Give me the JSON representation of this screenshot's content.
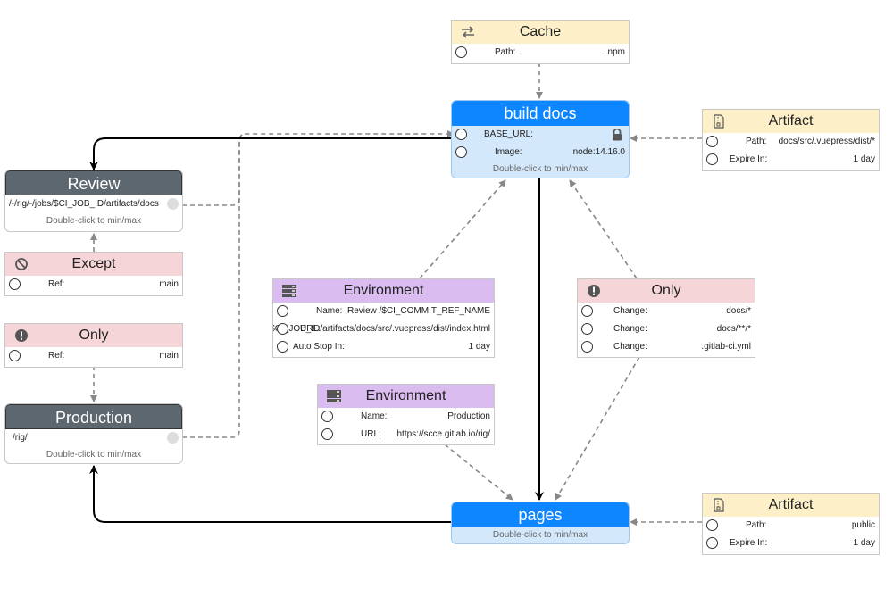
{
  "cache": {
    "title": "Cache",
    "icon": "swap-arrows-icon",
    "rows": [
      {
        "k": "Path:",
        "v": ".npm"
      }
    ]
  },
  "build_docs": {
    "title": "build docs",
    "rows": [
      {
        "k": "BASE_URL:",
        "v": ""
      },
      {
        "k": "Image:",
        "v": "node:14.16.0"
      }
    ],
    "hint": "Double-click to min/max",
    "icon": "lock-icon"
  },
  "artifact_top": {
    "title": "Artifact",
    "icon": "file-zip-icon",
    "rows": [
      {
        "k": "Path:",
        "v": "docs/src/.vuepress/dist/*"
      },
      {
        "k": "Expire In:",
        "v": "1 day"
      }
    ]
  },
  "review": {
    "title": "Review",
    "path": "/-/rig/-/jobs/$CI_JOB_ID/artifacts/docs",
    "hint": "Double-click to min/max"
  },
  "except": {
    "title": "Except",
    "icon": "ban-icon",
    "rows": [
      {
        "k": "Ref:",
        "v": "main"
      }
    ]
  },
  "only_left": {
    "title": "Only",
    "icon": "exclamation-icon",
    "rows": [
      {
        "k": "Ref:",
        "v": "main"
      }
    ]
  },
  "production": {
    "title": "Production",
    "path": "/rig/",
    "hint": "Double-click to min/max"
  },
  "env_review": {
    "title": "Environment",
    "icon": "server-icon",
    "rows": [
      {
        "k": "Name:",
        "v": "Review /$CI_COMMIT_REF_NAME"
      },
      {
        "k": "URL:",
        "v": "https://$CI_PROJECT_ROOT_NAMESPACE.gitlab.io/-/rig/-/jobs/$CI_JOB_ID/artifacts/docs/src/.vuepress/dist/index.html"
      },
      {
        "k": "Auto Stop In:",
        "v": "1 day"
      }
    ]
  },
  "only_right": {
    "title": "Only",
    "icon": "exclamation-icon",
    "rows": [
      {
        "k": "Change:",
        "v": "docs/*"
      },
      {
        "k": "Change:",
        "v": "docs/**/*"
      },
      {
        "k": "Change:",
        "v": ".gitlab-ci.yml"
      }
    ]
  },
  "env_prod": {
    "title": "Environment",
    "icon": "server-icon",
    "rows": [
      {
        "k": "Name:",
        "v": "Production"
      },
      {
        "k": "URL:",
        "v": "https://scce.gitlab.io/rig/"
      }
    ]
  },
  "pages": {
    "title": "pages",
    "hint": "Double-click to min/max"
  },
  "artifact_bottom": {
    "title": "Artifact",
    "icon": "file-zip-icon",
    "rows": [
      {
        "k": "Path:",
        "v": "public"
      },
      {
        "k": "Expire In:",
        "v": "1 day"
      }
    ]
  },
  "colors": {
    "job_blue": "#0d86ff",
    "job_grey": "#5d6770",
    "yellow": "#fdf0c8",
    "pink": "#f6d5d8",
    "purple": "#dbbcf0"
  }
}
